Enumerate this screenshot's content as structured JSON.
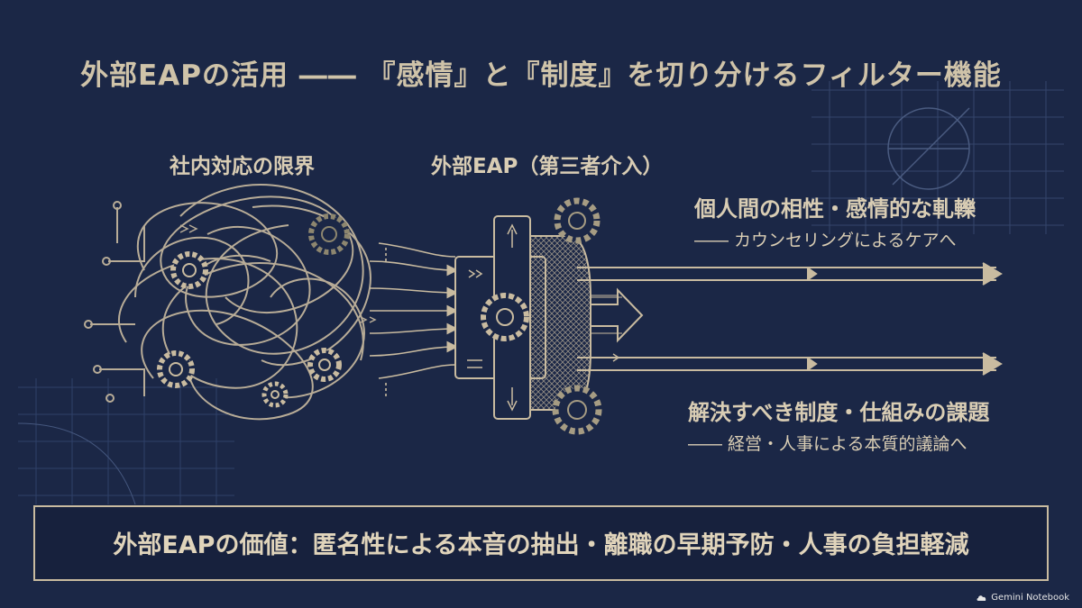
{
  "title": "外部EAPの活用 ―― 『感情』と『制度』を切り分けるフィルター機能",
  "labels": {
    "internal": "社内対応の限界",
    "eap": "外部EAP（第三者介入）"
  },
  "outputs": {
    "top": {
      "heading": "個人間の相性・感情的な軋轢",
      "sub": "―― カウンセリングによるケアへ"
    },
    "bottom": {
      "heading": "解決すべき制度・仕組みの課題",
      "sub": "―― 経営・人事による本質的議論へ"
    }
  },
  "value_banner": "外部EAPの価値：匿名性による本音の抽出・離職の早期予防・人事の負担軽減",
  "watermark": "Gemini Notebook",
  "colors": {
    "background": "#1b2746",
    "line": "#c9bba0",
    "text": "#d9cdb4",
    "grid": "#34456c"
  },
  "icons": [
    "tangle-icon",
    "gear-icon",
    "filter-device-icon",
    "arrow-icon",
    "blueprint-grid-icon",
    "compass-circle-icon",
    "cloud-logo-icon"
  ]
}
